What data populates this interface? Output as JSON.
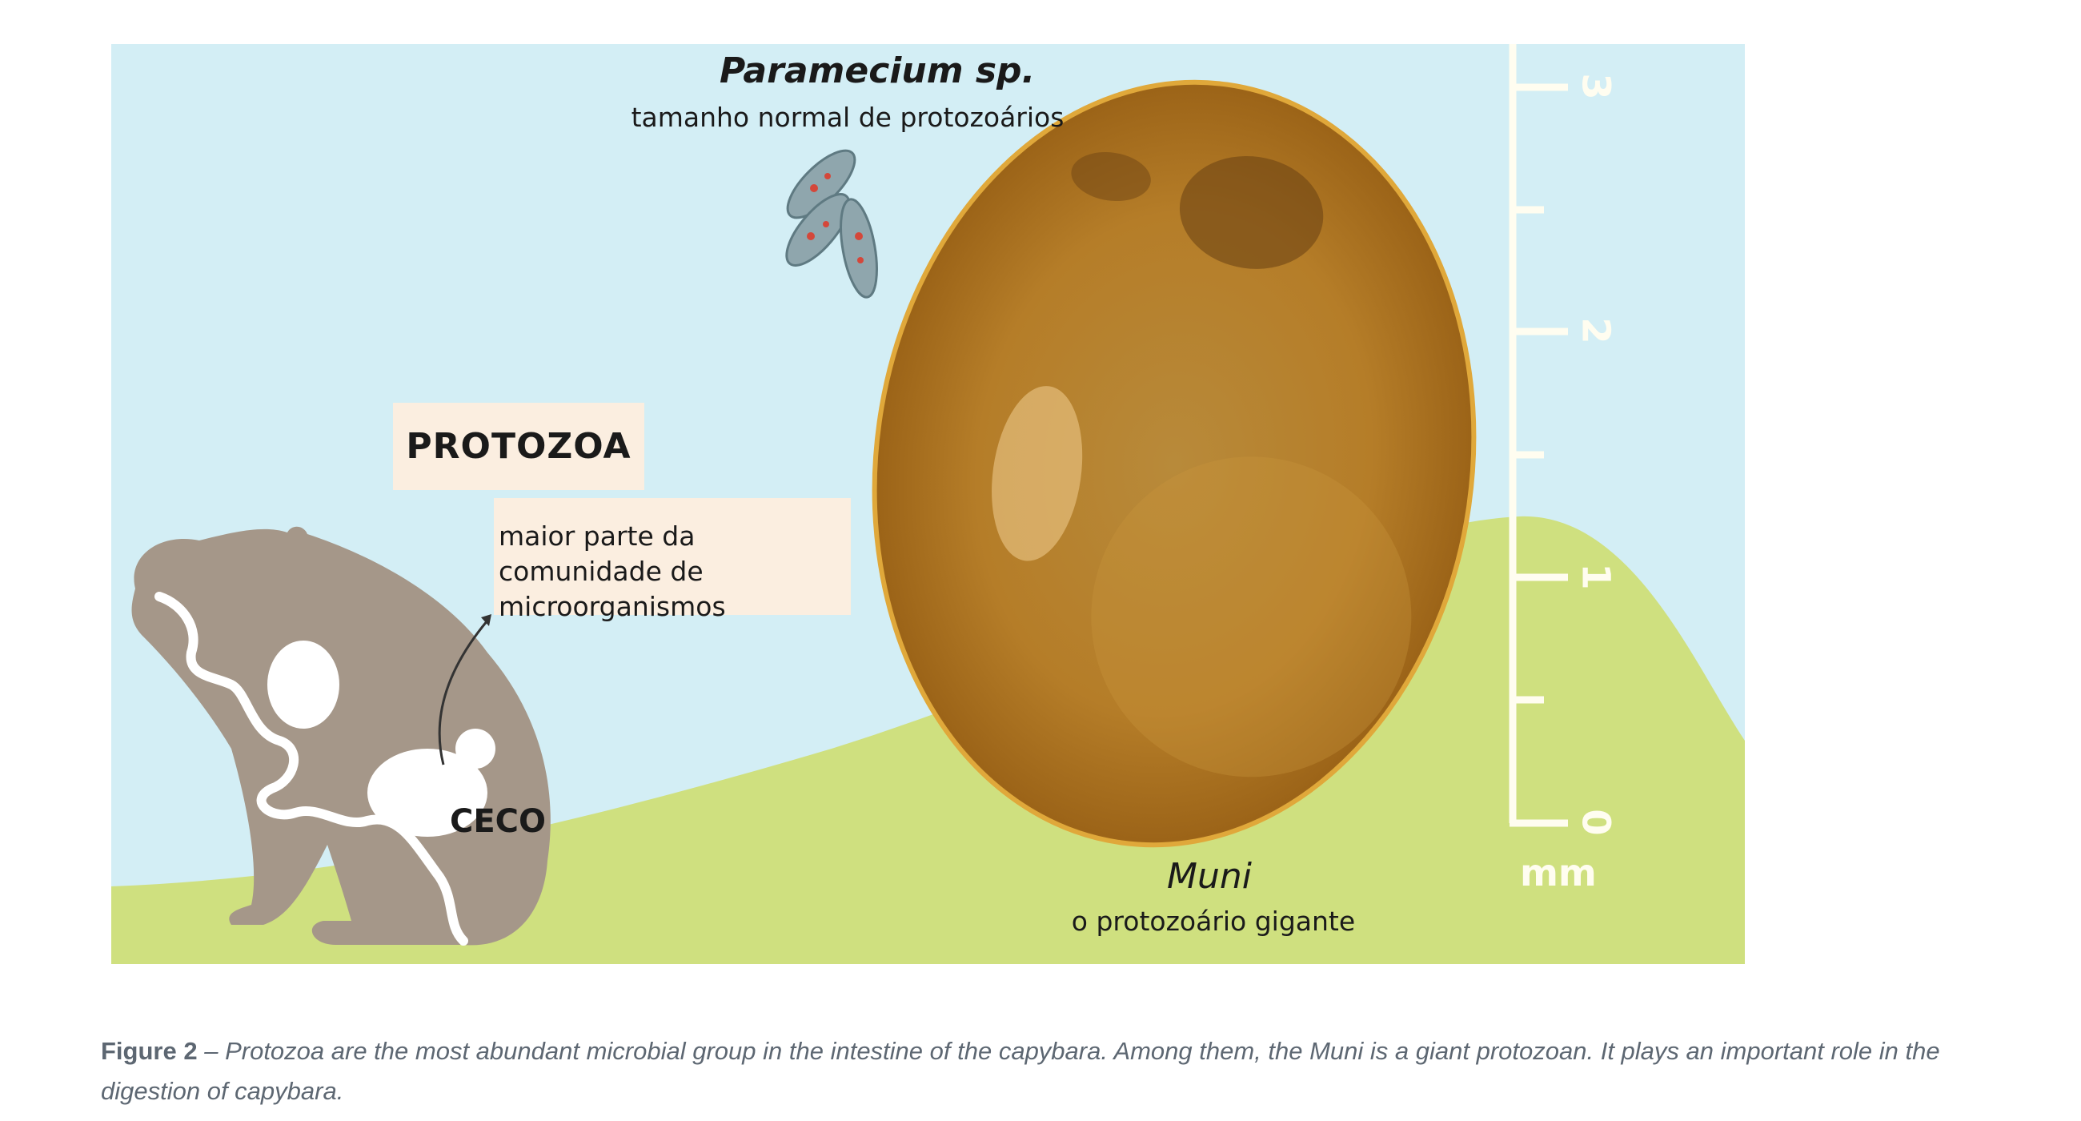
{
  "figure": {
    "paramecium": {
      "title": "Paramecium sp.",
      "subtitle": "tamanho normal de protozoários"
    },
    "protozoa_label": "PROTOZOA",
    "protozoa_description": "maior parte da comunidade de microorganismos",
    "ceco_label": "CECO",
    "muni": {
      "title": "Muni",
      "subtitle": "o protozoário gigante"
    },
    "scale": {
      "unit": "mm",
      "ticks": [
        "0",
        "1",
        "2",
        "3"
      ],
      "max_mm": 3
    },
    "colors": {
      "sky": "#d3eef5",
      "hill": "#cfe07f",
      "capybara": "#a59789",
      "muni": "#c08a2e",
      "label_box": "#fbeee0"
    }
  },
  "caption": {
    "label": "Figure 2",
    "text": "– Protozoa are the most abundant microbial group in the intestine of the capybara. Among them, the Muni is a giant protozoan. It plays an important role in the digestion of capybara."
  }
}
